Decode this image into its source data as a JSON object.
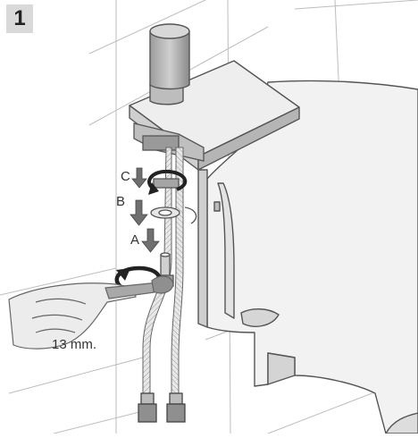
{
  "step": {
    "number": "1"
  },
  "labels": {
    "c": "C",
    "b": "B",
    "a": "A",
    "wrench_size": "13 mm."
  },
  "colors": {
    "line": "#555555",
    "tile_line": "#bdbdbd",
    "fill_light": "#eeeeee",
    "fill_mid": "#cfcfcf",
    "fill_dark": "#8f8f8f",
    "badge": "#d9d9d9"
  },
  "icons": {
    "rotate": "rotate-arrow-icon",
    "down": "down-arrow-icon"
  }
}
